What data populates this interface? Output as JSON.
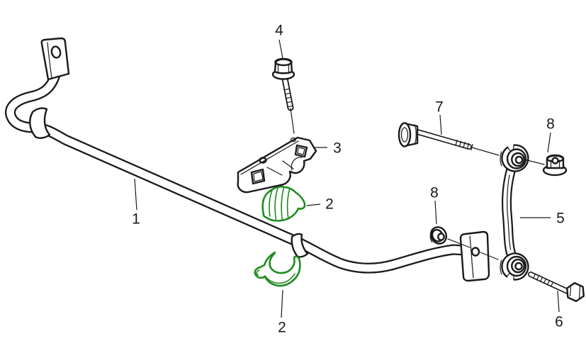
{
  "diagram": {
    "kind": "exploded-parts-diagram",
    "colors": {
      "background": "#ffffff",
      "line": "#1a1a1a",
      "highlight": "#1f8b1f"
    },
    "callouts": [
      {
        "number": "1",
        "part": "stabilizer-bar"
      },
      {
        "number": "2",
        "part": "bushing-upper-half"
      },
      {
        "number": "2",
        "part": "bushing-lower-half"
      },
      {
        "number": "3",
        "part": "clamp-bracket"
      },
      {
        "number": "4",
        "part": "bracket-bolt"
      },
      {
        "number": "5",
        "part": "stabilizer-link"
      },
      {
        "number": "6",
        "part": "link-lower-bolt"
      },
      {
        "number": "7",
        "part": "link-upper-bolt"
      },
      {
        "number": "8",
        "part": "flange-nut-upper"
      },
      {
        "number": "8",
        "part": "flange-nut-lower"
      }
    ]
  }
}
